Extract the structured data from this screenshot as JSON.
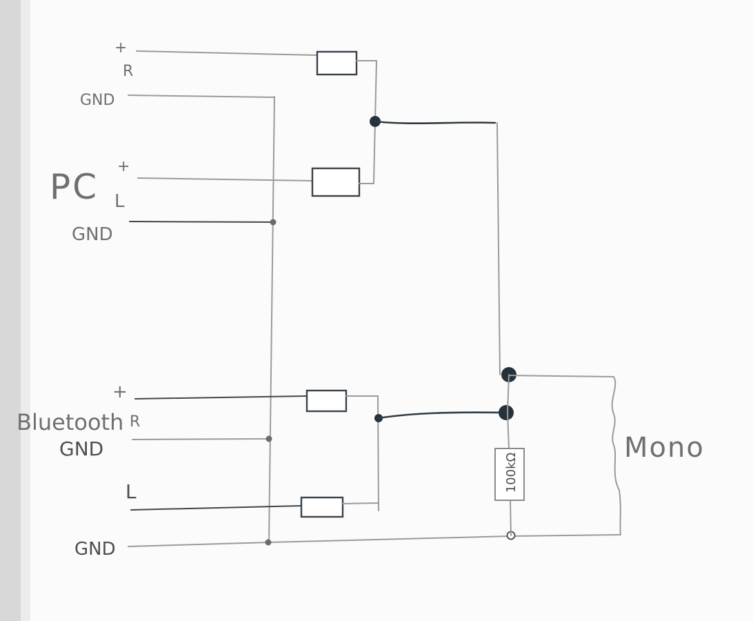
{
  "diagram": {
    "pc_source": {
      "label": "PC",
      "right_plus": "+",
      "right_label": "R",
      "right_gnd": "GND",
      "left_plus": "+",
      "left_label": "L",
      "left_gnd": "GND"
    },
    "bluetooth_source": {
      "label": "Bluetooth",
      "right_plus": "+",
      "right_label": "R",
      "right_gnd": "GND",
      "left_label": "L",
      "bottom_gnd": "GND"
    },
    "load_resistor": {
      "value": "100kΩ"
    },
    "output": {
      "label": "Mono"
    },
    "colors": {
      "paper": "#fbfbfb",
      "ink_dark": "#2f3a42",
      "pencil": "#9a9a9a"
    }
  }
}
